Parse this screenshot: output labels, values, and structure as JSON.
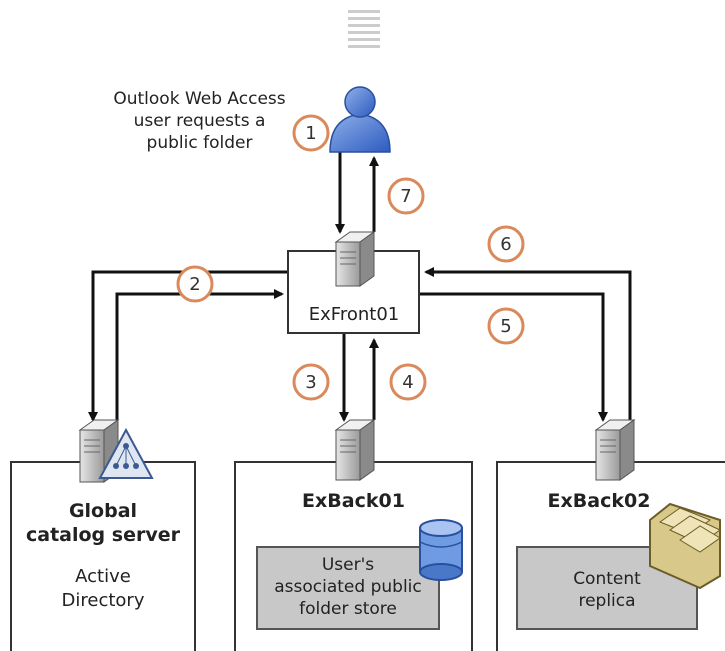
{
  "user_caption": [
    "Outlook Web Access",
    "user requests a",
    "public folder"
  ],
  "front_server": "ExFront01",
  "gc_server": {
    "title": [
      "Global",
      "catalog server"
    ],
    "body": [
      "Active",
      "Directory"
    ]
  },
  "back1": {
    "title": "ExBack01",
    "store": [
      "User's",
      "associated public",
      "folder store"
    ]
  },
  "back2": {
    "title": "ExBack02",
    "store": [
      "Content",
      "replica"
    ]
  },
  "steps": [
    "1",
    "2",
    "3",
    "4",
    "5",
    "6",
    "7"
  ],
  "colors": {
    "step_ring": "#d9895a",
    "arrow": "#111111",
    "store_fill": "#c8c8c8"
  }
}
